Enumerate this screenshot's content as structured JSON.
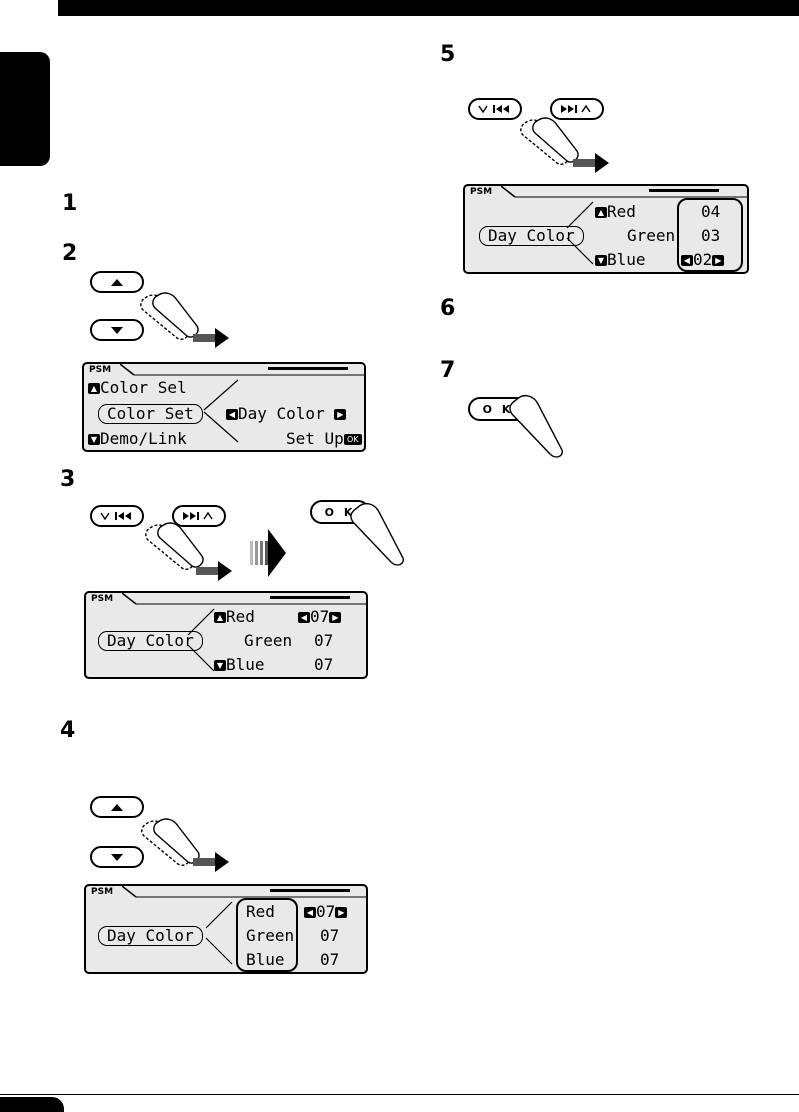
{
  "steps": [
    "1",
    "2",
    "3",
    "4",
    "5",
    "6",
    "7"
  ],
  "buttons": {
    "ok_label": "O K"
  },
  "lcd": {
    "psm_label": "PSM",
    "d1": {
      "line1": "Color Sel",
      "line2": "Color Set",
      "line2_right": "Day Color",
      "line3": "Demo/Link",
      "line3_right": "Set Up"
    },
    "d2": {
      "label": "Day Color",
      "red": "Red",
      "red_val": "07",
      "green": "Green",
      "green_val": "07",
      "blue": "Blue",
      "blue_val": "07"
    },
    "d3": {
      "label": "Day Color",
      "red": "Red",
      "red_val": "07",
      "green": "Green",
      "green_val": "07",
      "blue": "Blue",
      "blue_val": "07"
    },
    "d4": {
      "label": "Day Color",
      "red": "Red",
      "red_val": "04",
      "green": "Green",
      "green_val": "03",
      "blue": "Blue",
      "blue_val": "02"
    }
  },
  "colors": {
    "ink": "#000000",
    "lcd_bg": "#e9e9e9",
    "arrow_grey": "#555555"
  },
  "icons": [
    "up-button-icon",
    "down-button-icon",
    "prev-button-icon",
    "next-button-icon",
    "ok-button-icon",
    "finger-icon",
    "arrow-icon"
  ]
}
